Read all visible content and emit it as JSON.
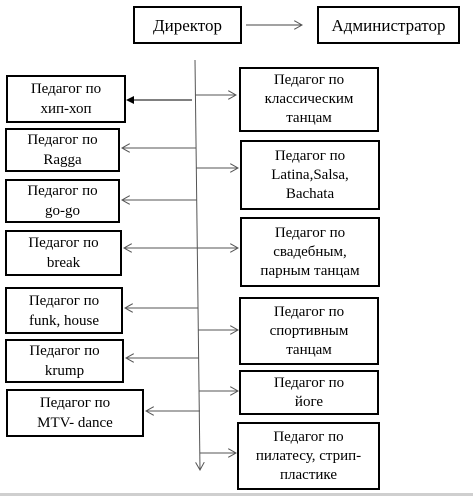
{
  "nodes": [
    {
      "id": "director",
      "label": "Директор"
    },
    {
      "id": "admin",
      "label": "Администратор"
    },
    {
      "id": "hiphop",
      "label": "Педагог по\nхип-хоп"
    },
    {
      "id": "ragga",
      "label": "Педагог по\nRagga"
    },
    {
      "id": "gogo",
      "label": "Педагог по\ngo-go"
    },
    {
      "id": "break",
      "label": "Педагог по\nbreak"
    },
    {
      "id": "funk",
      "label": "Педагог по\nfunk, house"
    },
    {
      "id": "krump",
      "label": "Педагог по\nkrump"
    },
    {
      "id": "mtv",
      "label": "Педагог по\nMTV- dance"
    },
    {
      "id": "classic",
      "label": "Педагог по\nклассическим\nтанцам"
    },
    {
      "id": "latina",
      "label": "Педагог по\nLatina,Salsa,\nBachata"
    },
    {
      "id": "wedding",
      "label": "Педагог по\nсвадебным,\nпарным танцам"
    },
    {
      "id": "sport",
      "label": "Педагог по\nспортивным\nтанцам"
    },
    {
      "id": "yoga",
      "label": "Педагог по\nйоге"
    },
    {
      "id": "pilates",
      "label": "Педагог по\nпилатесу, стрип-\nпластике"
    }
  ]
}
